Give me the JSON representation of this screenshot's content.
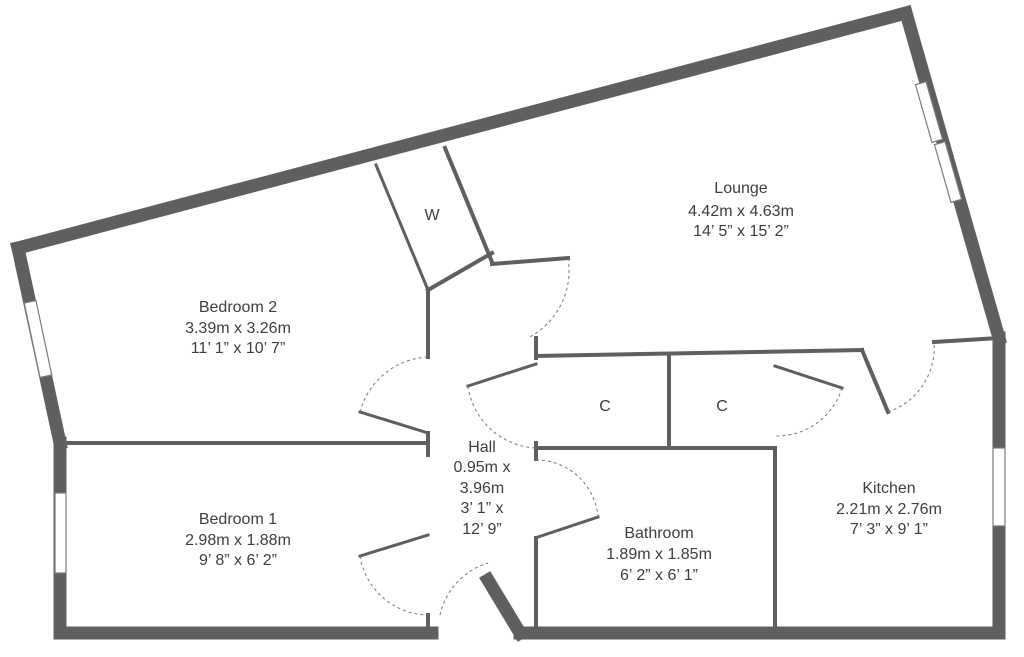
{
  "rooms": {
    "lounge": {
      "name": "Lounge",
      "metric": "4.42m x 4.63m",
      "imperial": "14’ 5” x 15’ 2”"
    },
    "bedroom2": {
      "name": "Bedroom 2",
      "metric": "3.39m x 3.26m",
      "imperial": "11’ 1” x 10’ 7”"
    },
    "bedroom1": {
      "name": "Bedroom 1",
      "metric": "2.98m x 1.88m",
      "imperial": "9’ 8” x 6’ 2”"
    },
    "hall": {
      "name": "Hall",
      "metric_a": "0.95m x",
      "metric_b": "3.96m",
      "imperial_a": "3’ 1” x",
      "imperial_b": "12’ 9”"
    },
    "bathroom": {
      "name": "Bathroom",
      "metric": "1.89m x 1.85m",
      "imperial": "6’ 2” x 6’ 1”"
    },
    "kitchen": {
      "name": "Kitchen",
      "metric": "2.21m x 2.76m",
      "imperial": "7’ 3” x 9’ 1”"
    },
    "wardrobe": {
      "name": "W"
    },
    "cupboard1": {
      "name": "C"
    },
    "cupboard2": {
      "name": "C"
    }
  },
  "colors": {
    "wall": "#5f5f5f",
    "text": "#3e3e3e",
    "background": "#ffffff"
  }
}
